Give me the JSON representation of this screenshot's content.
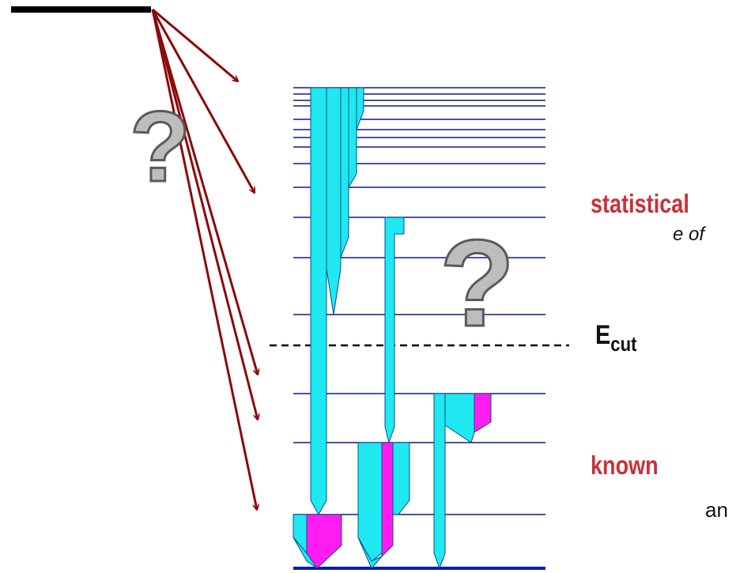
{
  "labels": {
    "statistical": "statistical",
    "known": "known",
    "ecut_main": "E",
    "ecut_sub": "cut",
    "fragment_of": "e of",
    "fragment_an": "an",
    "question_mark": "?"
  },
  "colors": {
    "level_line": "#0b1a8c",
    "ground_line": "#0a1ea8",
    "gamma_cyan": "#1fe8f0",
    "gamma_magenta": "#ff1cf0",
    "arrow": "#8b0a0a",
    "label_red": "#c8313a",
    "cutoff": "#000000"
  }
}
